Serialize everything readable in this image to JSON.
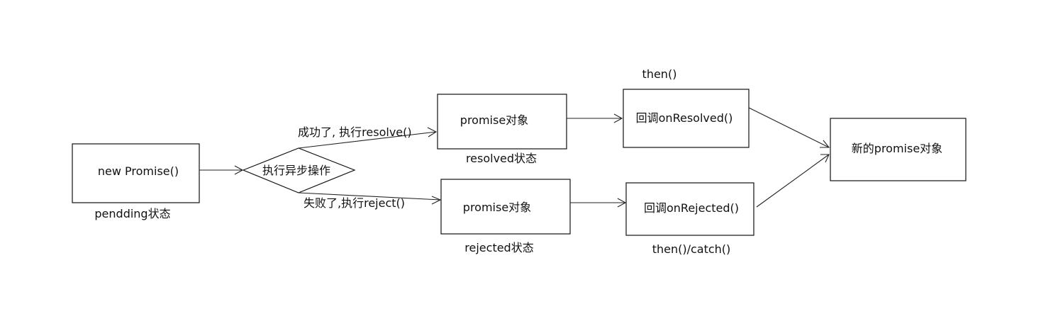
{
  "diagram": {
    "nodes": {
      "new_promise": {
        "label": "new Promise()",
        "state": "pendding状态"
      },
      "async_op": {
        "label": "执行异步操作"
      },
      "resolved_promise": {
        "label": "promise对象",
        "state": "resolved状态"
      },
      "rejected_promise": {
        "label": "promise对象",
        "state": "rejected状态"
      },
      "on_resolved": {
        "label": "回调onResolved()",
        "caption": "then()"
      },
      "on_rejected": {
        "label": "回调onRejected()",
        "caption": "then()/catch()"
      },
      "new_promise_result": {
        "label": "新的promise对象"
      }
    },
    "edges": {
      "success": {
        "label": "成功了, 执行resolve()"
      },
      "failure": {
        "label": "失败了,执行reject()"
      }
    }
  }
}
